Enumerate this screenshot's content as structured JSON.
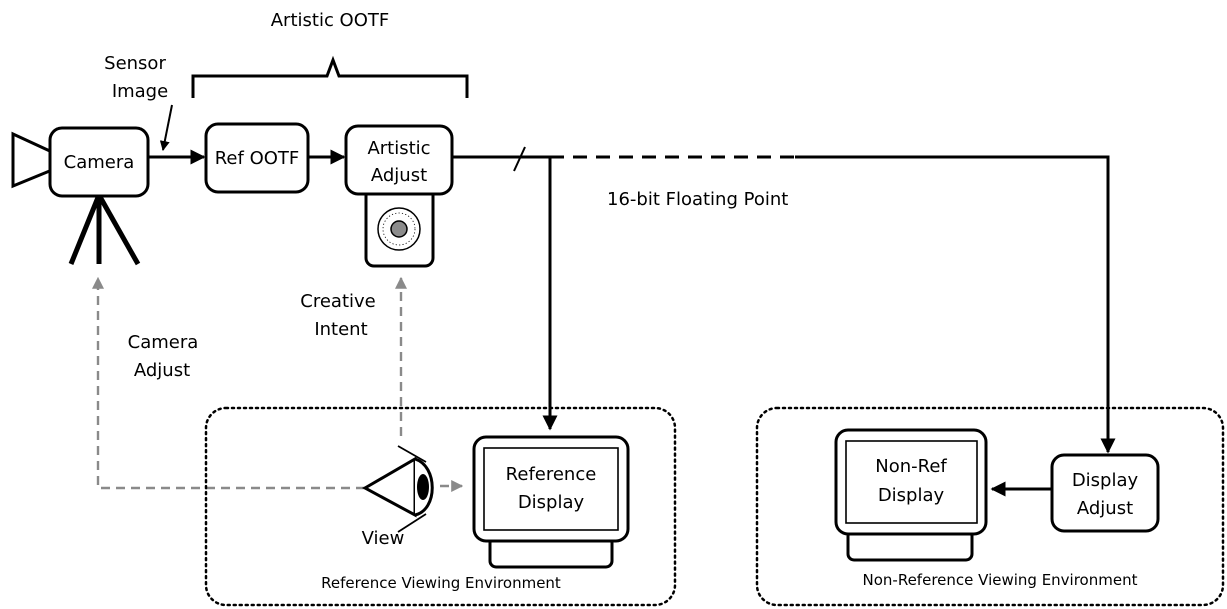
{
  "labels": {
    "artistic_ootf": "Artistic OOTF",
    "sensor_image_line1": "Sensor",
    "sensor_image_line2": "Image",
    "camera": "Camera",
    "ref_ootf": "Ref OOTF",
    "artistic_adjust_line1": "Artistic",
    "artistic_adjust_line2": "Adjust",
    "floating_point": "16-bit Floating Point",
    "creative_intent_line1": "Creative",
    "creative_intent_line2": "Intent",
    "camera_adjust_line1": "Camera",
    "camera_adjust_line2": "Adjust",
    "view": "View",
    "reference_display_line1": "Reference",
    "reference_display_line2": "Display",
    "reference_env": "Reference Viewing Environment",
    "nonref_display_line1": "Non-Ref",
    "nonref_display_line2": "Display",
    "display_adjust_line1": "Display",
    "display_adjust_line2": "Adjust",
    "nonref_env": "Non-Reference Viewing Environment"
  },
  "colors": {
    "foreground": "#000000",
    "feedback": "#8a8a8a",
    "knob": "#8c8c8c",
    "background": "#ffffff"
  }
}
